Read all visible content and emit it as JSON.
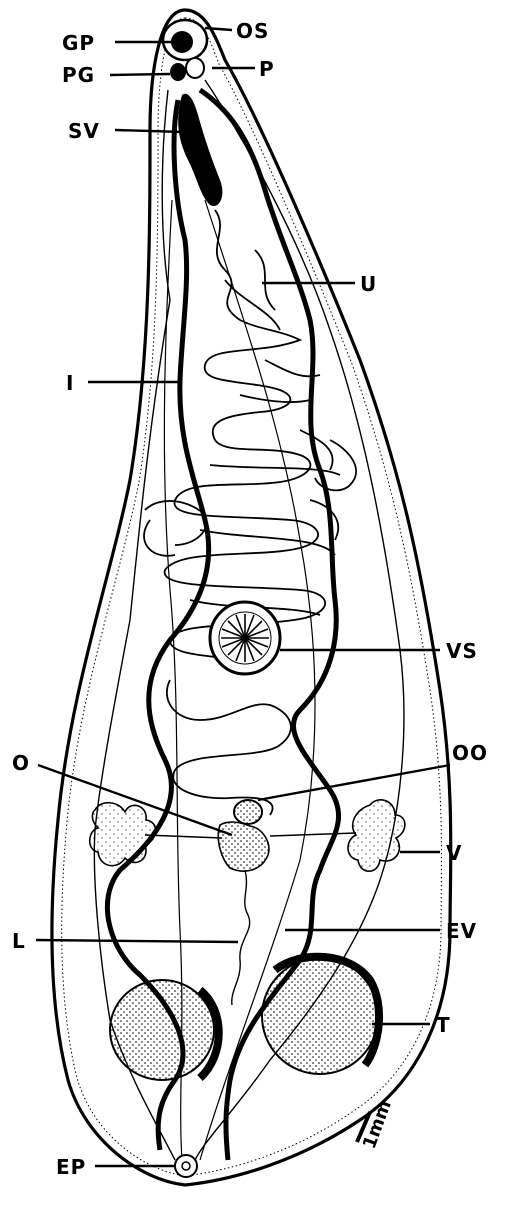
{
  "labels": {
    "GP": "GP",
    "OS": "OS",
    "PG": "PG",
    "P": "P",
    "SV": "SV",
    "U": "U",
    "I": "I",
    "VS": "VS",
    "O": "O",
    "OO": "OO",
    "V": "V",
    "L": "L",
    "EV": "EV",
    "T": "T",
    "EP": "EP"
  },
  "scale_bar": {
    "label": "1mm"
  },
  "colors": {
    "ink": "#000000",
    "background": "#ffffff",
    "stipple": "#000000"
  }
}
